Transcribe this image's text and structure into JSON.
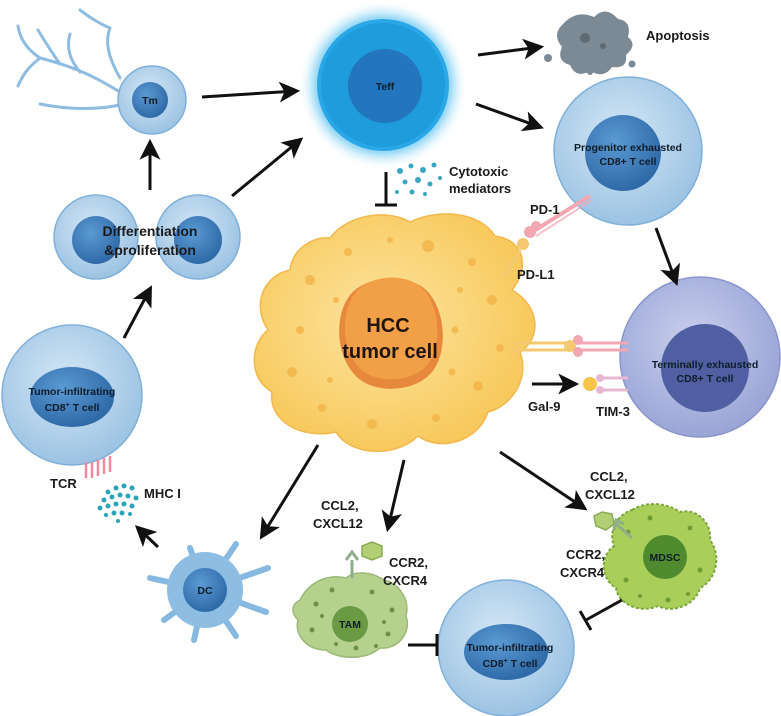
{
  "labels": {
    "apoptosis": "Apoptosis",
    "tm": "Tm",
    "teff": "Teff",
    "cytotoxic_line1": "Cytotoxic",
    "cytotoxic_line2": "mediators",
    "progenitor_line1": "Progenitor exhausted",
    "progenitor_line2": "CD8+ T cell",
    "diff_line1": "Differentiation",
    "diff_line2": "&proliferation",
    "pd1": "PD-1",
    "pdl1": "PD-L1",
    "hcc_line1": "HCC",
    "hcc_line2": "tumor cell",
    "terminal_line1": "Terminally exhausted",
    "terminal_line2": "CD8+ T cell",
    "gal9": "Gal-9",
    "tim3": "TIM-3",
    "til_left_line1": "Tumor-infiltrating",
    "til_left_line2_pre": "CD8",
    "til_left_line2_sup": "+",
    "til_left_line2_post": " T cell",
    "tcr": "TCR",
    "mhc": "MHC I",
    "dc": "DC",
    "ccl2_left": "CCL2,",
    "cxcl12_left": "CXCL12",
    "ccr2_left": "CCR2,",
    "cxcr4_left": "CXCR4",
    "tam": "TAM",
    "ccl2_right": "CCL2,",
    "cxcl12_right": "CXCL12",
    "ccr2_right": "CCR2,",
    "cxcr4_right": "CXCR4",
    "mdsc": "MDSC",
    "til_bottom_line1": "Tumor-infiltrating",
    "til_bottom_line2_pre": "CD8",
    "til_bottom_line2_sup": "+",
    "til_bottom_line2_post": " T cell"
  },
  "colors": {
    "tcell_outer": "#a9cbe8",
    "tcell_nucleus": "#3d7fbf",
    "teff_glow": "#1fa6e6",
    "terminal_outer": "#a6b0dc",
    "terminal_nucleus": "#5565a8",
    "tumor_body": "#fbd36c",
    "tumor_nucleus": "#ef9a3e",
    "tam_body": "#b6d08e",
    "mdsc_body": "#a9cf5a",
    "pd1_receptor": "#f2a7b3",
    "pdl1_ligand": "#f5c970",
    "tim3_receptor": "#e6b8d6",
    "gal9": "#f5c54a",
    "mhc_dots": "#2aa5b8",
    "arrow": "#111111"
  }
}
